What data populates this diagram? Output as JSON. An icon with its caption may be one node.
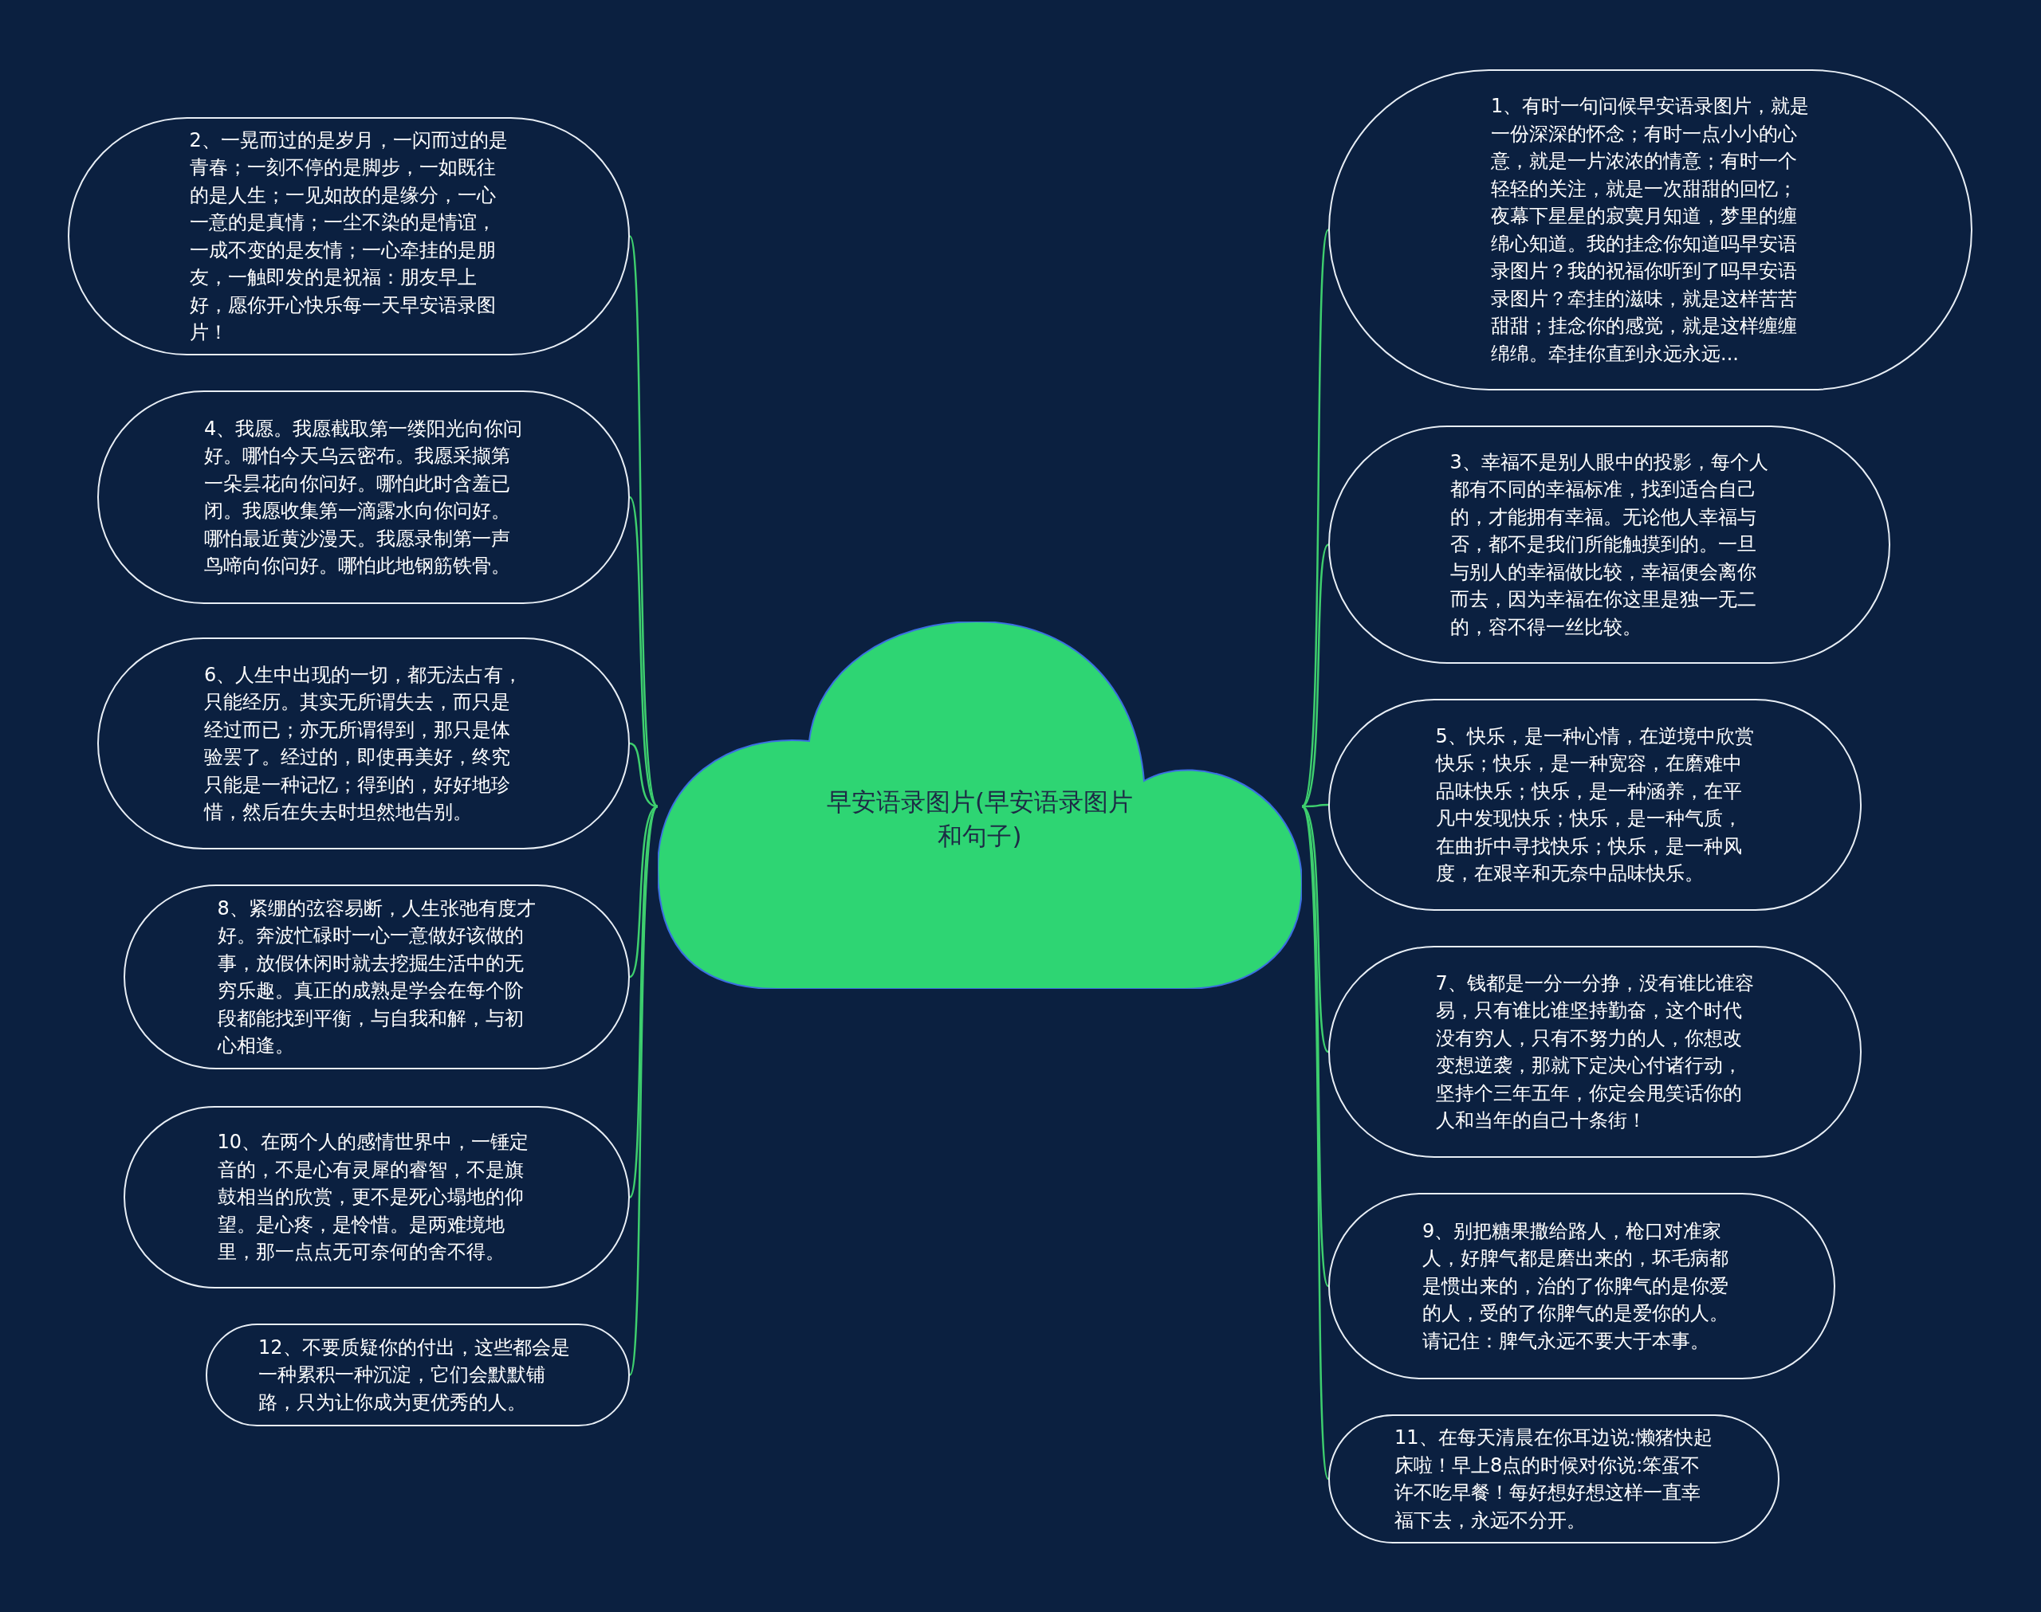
{
  "diagram": {
    "nodes": [
      {
        "text": [
          "早安语录图片(早安语录图片和句子)"
        ]
      },
      {
        "text": [
          "1、有时一句问候早安语录图片，就是一份深深的怀念；有时一点小小的心意，就是一片浓浓的情意；有时一个轻轻的关注，就是一次甜甜的回忆；夜幕下星星的寂寞月知道，梦里的缠绵心知道。我的挂念你知道吗早安语录图片？我的祝福你听到了吗早安语录图片？牵挂的滋味，就是这样苦苦甜甜；挂念你的感觉，就是这样缠缠绵绵。牵挂你直到永远永远..."
        ]
      },
      {
        "text": [
          "2、一晃而过的是岁月，一闪而过的是青春；一刻不停的是脚步，一如既往的是人生；一见如故的是缘分，一心一意的是真情；一尘不染的是情谊，一成不变的是友情；一心牵挂的是朋友，一触即发的是祝福：朋友早上好，愿你开心快乐每一天早安语录图片！"
        ]
      },
      {
        "text": [
          "3、幸福不是别人眼中的投影，每个人都有不同的幸福标准，找到适合自己的，才能拥有幸福。无论他人幸福与否，都不是我们所能触摸到的。一旦与别人的幸福做比较，幸福便会离你而去，因为幸福在你这里是独一无二的，容不得一丝比较。"
        ]
      },
      {
        "text": [
          "4、我愿。我愿截取第一缕阳光向你问好。哪怕今天乌云密布。我愿采撷第一朵昙花向你问好。哪怕此时含羞已闭。我愿收集第一滴露水向你问好。哪怕最近黄沙漫天。我愿录制第一声鸟啼向你问好。哪怕此地钢筋铁骨。"
        ]
      },
      {
        "text": [
          "5、快乐，是一种心情，在逆境中欣赏快乐；快乐，是一种宽容，在磨难中品味快乐；快乐，是一种涵养，在平凡中发现快乐；快乐，是一种气质，在曲折中寻找快乐；快乐，是一种风度，在艰辛和无奈中品味快乐。"
        ]
      },
      {
        "text": [
          "6、人生中出现的一切，都无法占有，只能经历。其实无所谓失去，而只是经过而已；亦无所谓得到，那只是体验罢了。经过的，即使再美好，终究只能是一种记忆；得到的，好好地珍惜，然后在失去时坦然地告别。"
        ]
      },
      {
        "text": [
          "7、钱都是一分一分挣，没有谁比谁容易，只有谁比谁坚持勤奋，这个时代没有穷人，只有不努力的人，你想改变想逆袭，那就下定决心付诸行动，坚持个三年五年，你定会甩笑话你的人和当年的自己十条街！"
        ]
      },
      {
        "text": [
          "8、紧绷的弦容易断，人生张弛有度才好。奔波忙碌时一心一意做好该做的事，放假休闲时就去挖掘生活中的无穷乐趣。真正的成熟是学会在每个阶段都能找到平衡，与自我和解，与初心相逢。"
        ]
      },
      {
        "text": [
          "9、别把糖果撒给路人，枪口对准家人，好脾气都是磨出来的，坏毛病都是惯出来的，治的了你脾气的是你爱的人，受的了你脾气的是爱你的人。请记住：脾气永远不要大于本事。"
        ]
      },
      {
        "text": [
          "10、在两个人的感情世界中，一锤定音的，不是心有灵犀的睿智，不是旗鼓相当的欣赏，更不是死心塌地的仰望。是心疼，是怜惜。是两难境地里，那一点点无可奈何的舍不得。"
        ]
      },
      {
        "text": [
          "11、在每天清晨在你耳边说:懒猪快起床啦！早上8点的时候对你说:笨蛋不许不吃早餐！每好想好想这样一直幸福下去，永远不分开。"
        ]
      },
      {
        "text": [
          "12、不要质疑你的付出，这些都会是一种累积一种沉淀，它们会默默铺路，只为让你成为更优秀的人。"
        ]
      }
    ],
    "edges": [
      {
        "from": 0,
        "to": 1,
        "arrow": "none"
      },
      {
        "from": 0,
        "to": 2,
        "arrow": "none"
      },
      {
        "from": 0,
        "to": 3,
        "arrow": "none"
      },
      {
        "from": 0,
        "to": 4,
        "arrow": "none"
      },
      {
        "from": 0,
        "to": 5,
        "arrow": "none"
      },
      {
        "from": 0,
        "to": 6,
        "arrow": "none"
      },
      {
        "from": 0,
        "to": 7,
        "arrow": "none"
      },
      {
        "from": 0,
        "to": 8,
        "arrow": "none"
      },
      {
        "from": 0,
        "to": 9,
        "arrow": "none"
      },
      {
        "from": 0,
        "to": 10,
        "arrow": "none"
      },
      {
        "from": 0,
        "to": 11,
        "arrow": "none"
      },
      {
        "from": 0,
        "to": 12,
        "arrow": "none"
      }
    ]
  }
}
